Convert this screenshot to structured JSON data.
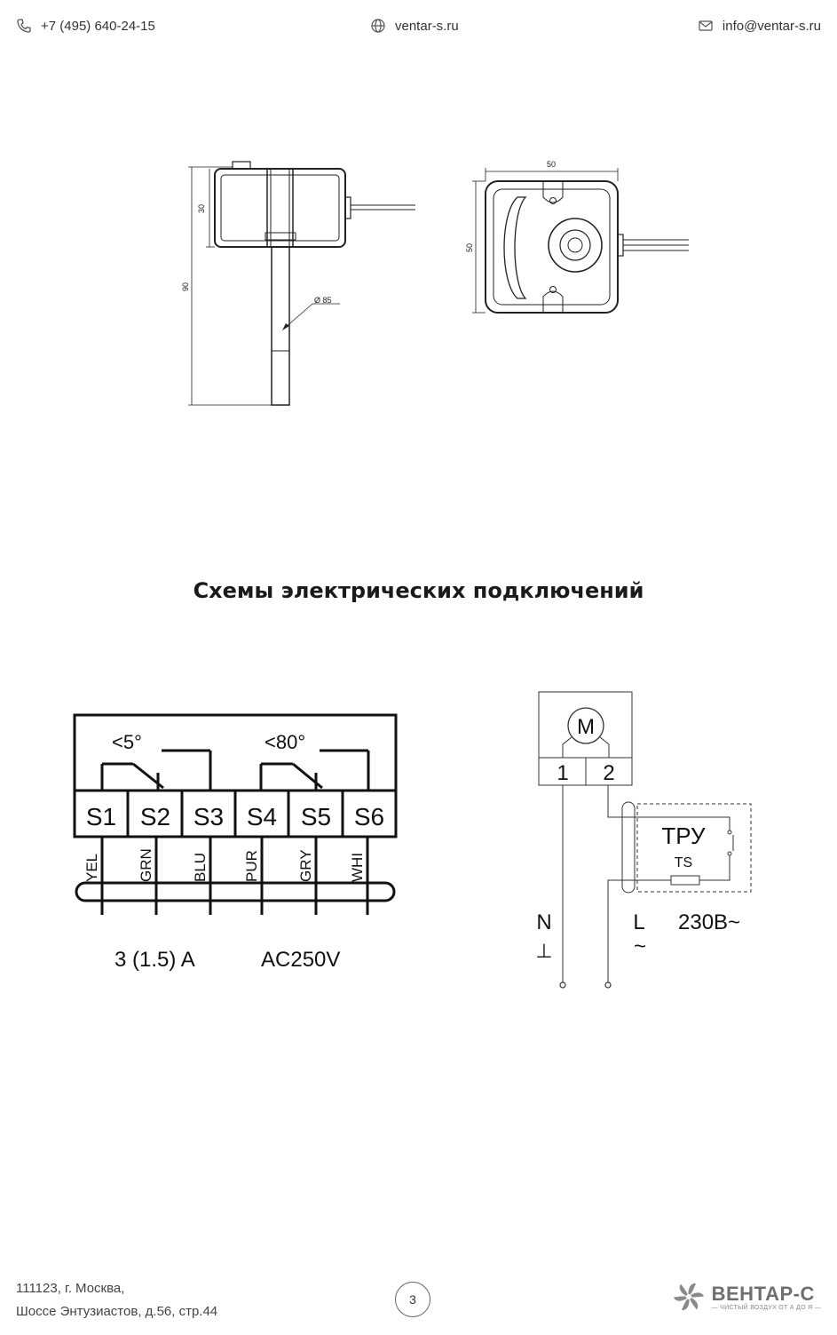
{
  "header": {
    "phone": "+7 (495) 640-24-15",
    "website": "ventar-s.ru",
    "email": "info@ventar-s.ru"
  },
  "drawing": {
    "dim_30": "30",
    "dim_90": "90",
    "dim_diameter": "Ø 85",
    "dim_width_50": "50",
    "dim_height_50": "50"
  },
  "section_title": "Схемы электрических подключений",
  "terminal_diagram": {
    "contact_1_label": "<5°",
    "contact_2_label": "<80°",
    "terminals": [
      "S1",
      "S2",
      "S3",
      "S4",
      "S5",
      "S6"
    ],
    "wire_colors": [
      "YEL",
      "GRN",
      "BLU",
      "PUR",
      "GRY",
      "WHI"
    ],
    "current_rating": "3 (1.5) A",
    "voltage_rating": "AC250V"
  },
  "motor_diagram": {
    "motor_label": "M",
    "terminal_1": "1",
    "terminal_2": "2",
    "protection_label": "ТРУ",
    "sensor_label": "TS",
    "neutral_label": "N",
    "neutral_symbol": "⊥",
    "line_label": "L",
    "line_symbol": "~",
    "supply_voltage": "230В~"
  },
  "footer": {
    "address_line1": "111123, г. Москва,",
    "address_line2": "Шоссе Энтузиастов, д.56, стр.44",
    "page_number": "3",
    "logo_name": "ВЕНТАР-С",
    "logo_slogan": "— ЧИСТЫЙ ВОЗДУХ ОТ А ДО Я —"
  }
}
